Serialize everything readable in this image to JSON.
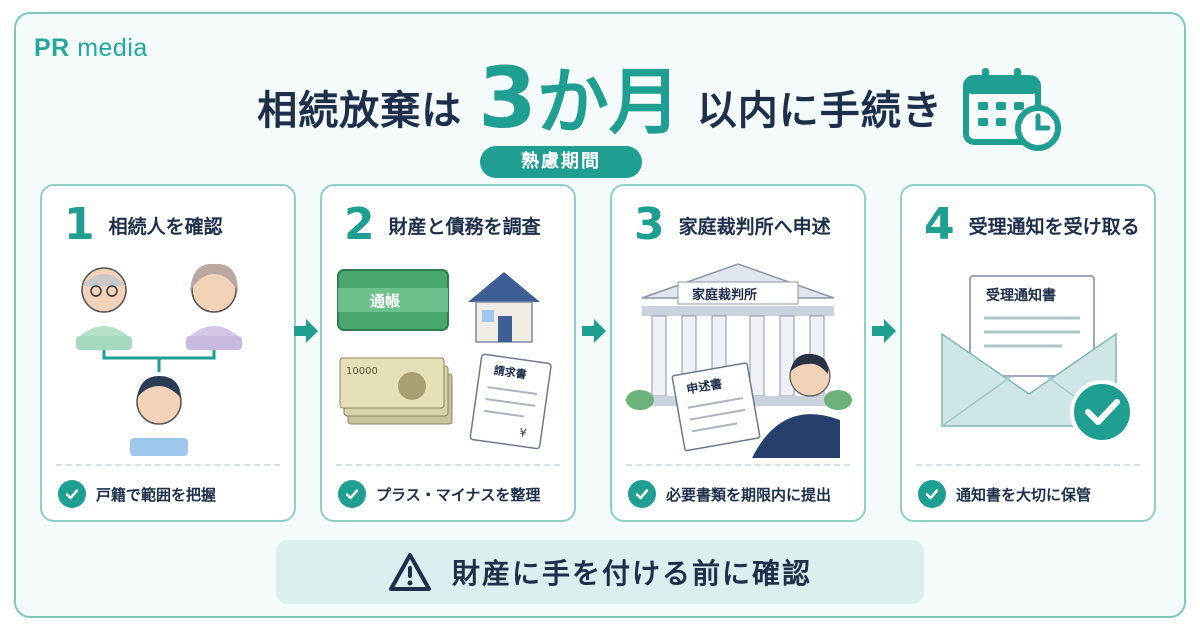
{
  "brand": {
    "logo_pr": "PR",
    "logo_media": "media"
  },
  "header": {
    "title_left": "相続放棄は",
    "title_big": "か月",
    "title_big_num": "3",
    "title_right": "以内に手続き",
    "badge": "熟慮期間"
  },
  "steps": [
    {
      "num": "1",
      "title": "相続人を確認",
      "note": "戸籍で範囲を把握"
    },
    {
      "num": "2",
      "title": "財産と債務を調査",
      "note": "プラス・マイナスを整理",
      "passbook": "通帳",
      "bill": "請求書",
      "bill_mark": "¥",
      "banknote": "10000"
    },
    {
      "num": "3",
      "title": "家庭裁判所へ申述",
      "note": "必要書類を期限内に提出",
      "court_sign": "家庭裁判所",
      "document": "申述書"
    },
    {
      "num": "4",
      "title": "受理通知を受け取る",
      "note": "通知書を大切に保管",
      "letter": "受理通知書"
    }
  ],
  "footer": {
    "warning": "財産に手を付ける前に確認",
    "icon": "warning-icon"
  },
  "colors": {
    "accent": "#1f9e92",
    "navy": "#1d2f4a",
    "border": "#8fcfc9",
    "bg": "#f5fbfb"
  }
}
